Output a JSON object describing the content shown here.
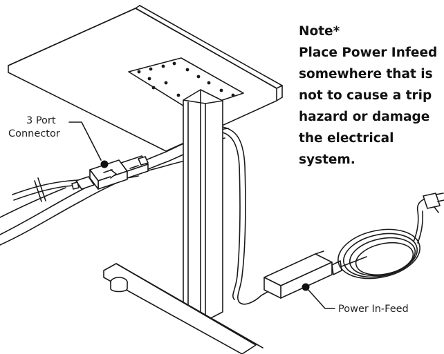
{
  "note": {
    "heading": "Note*",
    "lines": [
      "Place Power Infeed",
      "somewhere that is",
      "not to cause a trip",
      "hazard or damage",
      "the electrical",
      "system."
    ]
  },
  "callouts": {
    "connector_line1": "3 Port",
    "connector_line2": "Connector",
    "infeed": "Power In-Feed"
  },
  "colors": {
    "line": "#1a1a1a",
    "background": "#ffffff",
    "marker": "#111111"
  }
}
